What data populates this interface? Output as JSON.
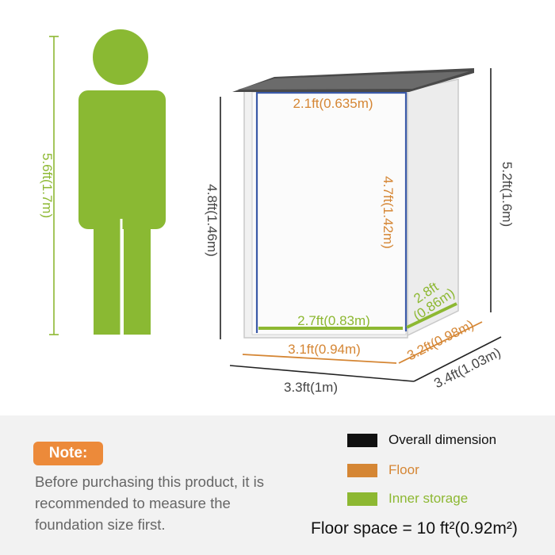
{
  "person": {
    "height_label": "5.6ft(1.7m)"
  },
  "shed": {
    "overall_height_front": "4.8ft(1.46m)",
    "overall_height_back": "5.2ft(1.6m)",
    "overall_width": "3.3ft(1m)",
    "overall_depth": "3.4ft(1.03m)",
    "door_top_width": "2.1ft(0.635m)",
    "door_height": "4.7ft(1.42m)",
    "inner_width": "2.7ft(0.83m)",
    "inner_depth_line1": "2.8ft",
    "inner_depth_line2": "(0.86m)",
    "floor_width": "3.1ft(0.94m)",
    "floor_depth": "3.2ft(0.98m)"
  },
  "note": {
    "badge": "Note:",
    "text": "Before purchasing this product, it is recommended to measure the foundation size first."
  },
  "legend": [
    {
      "label": "Overall dimension",
      "color": "#111111"
    },
    {
      "label": "Floor",
      "color": "#d58634"
    },
    {
      "label": "Inner storage",
      "color": "#8db832"
    }
  ],
  "floor_space": "Floor space = 10 ft²(0.92m²)",
  "colors": {
    "person": "#8ab933",
    "overall": "#222222",
    "floor": "#d58634",
    "inner": "#8db832",
    "door_frame": "#3b5aa8"
  }
}
